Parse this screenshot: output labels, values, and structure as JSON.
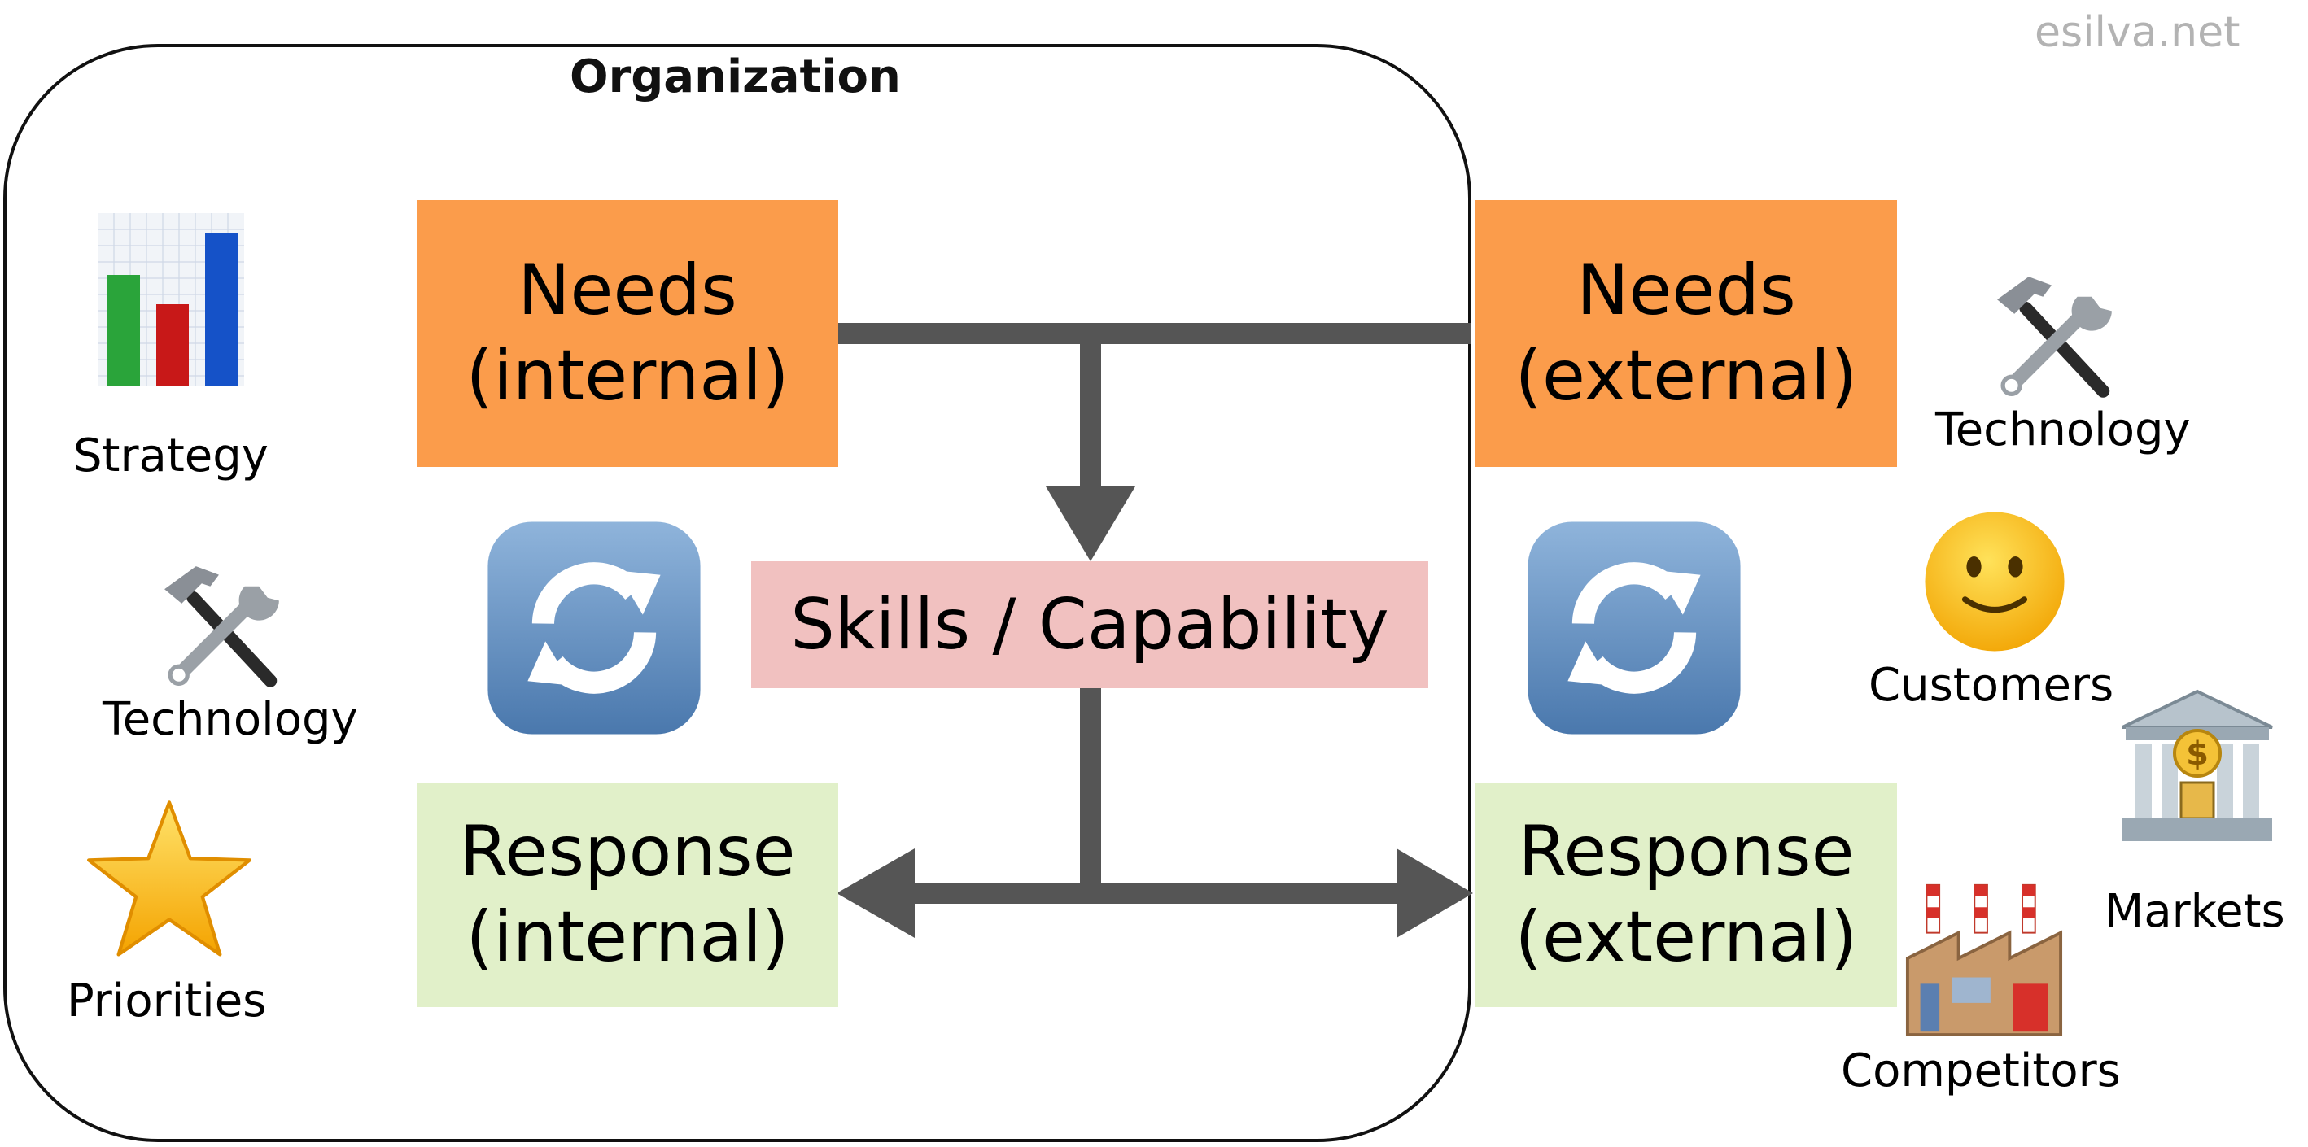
{
  "watermark": "esilva.net",
  "organization_title": "Organization",
  "boxes": {
    "needs_internal": "Needs\n(internal)",
    "needs_external": "Needs\n(external)",
    "skills": "Skills / Capability",
    "response_internal": "Response\n(internal)",
    "response_external": "Response\n(external)"
  },
  "internal_factors": [
    {
      "label": "Strategy",
      "icon": "bar-chart-icon"
    },
    {
      "label": "Technology",
      "icon": "hammer-wrench-icon"
    },
    {
      "label": "Priorities",
      "icon": "star-icon"
    }
  ],
  "external_factors": [
    {
      "label": "Technology",
      "icon": "hammer-wrench-icon"
    },
    {
      "label": "Customers",
      "icon": "smiley-icon"
    },
    {
      "label": "Markets",
      "icon": "bank-icon"
    },
    {
      "label": "Competitors",
      "icon": "factory-icon"
    }
  ],
  "cycle_icons": [
    "refresh-icon",
    "refresh-icon"
  ],
  "colors": {
    "needs": "#fb9c4b",
    "response": "#e1f0c9",
    "skills": "#f1c1c0",
    "arrows": "#555555",
    "cycle": "#5b8bc0"
  }
}
